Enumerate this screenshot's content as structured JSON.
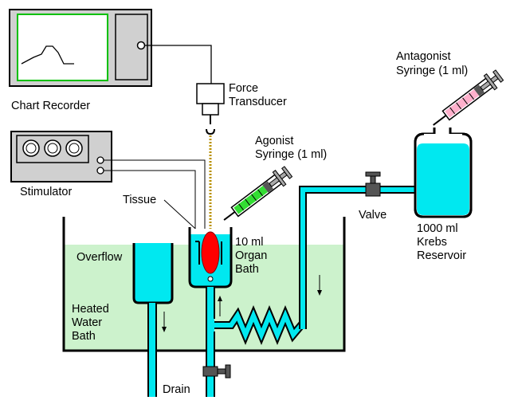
{
  "labels": {
    "chart_recorder": "Chart Recorder",
    "force_transducer": [
      "Force",
      "Transducer"
    ],
    "stimulator": "Stimulator",
    "agonist_syringe": [
      "Agonist",
      "Syringe (1 ml)"
    ],
    "antagonist_syringe": [
      "Antagonist",
      "Syringe (1 ml)"
    ],
    "tissue": "Tissue",
    "organ_bath": [
      "10 ml",
      "Organ",
      "Bath"
    ],
    "overflow": "Overflow",
    "heated_water_bath": [
      "Heated",
      "Water",
      "Bath"
    ],
    "valve": "Valve",
    "reservoir": [
      "1000 ml",
      "Krebs",
      "Reservoir"
    ],
    "drain": "Drain"
  },
  "colors": {
    "water": "#ccf2cc",
    "fluid": "#00e8f0",
    "tissue": "#ff0000",
    "agonist_fluid": "#33dd33",
    "antagonist_fluid": "#ffb0cc",
    "recorder_trace_border": "#00c000",
    "device_gray": "#d0d0d0",
    "pipe_outline": "#000000"
  },
  "icons": {
    "chart_recorder": "chart-recorder-icon",
    "stimulator": "stimulator-icon",
    "force_transducer": "force-transducer-icon",
    "syringe": "syringe-icon",
    "valve": "valve-icon",
    "reservoir": "reservoir-flask-icon",
    "heating_coil": "heating-coil-icon",
    "flow_arrow": "arrow-icon"
  }
}
